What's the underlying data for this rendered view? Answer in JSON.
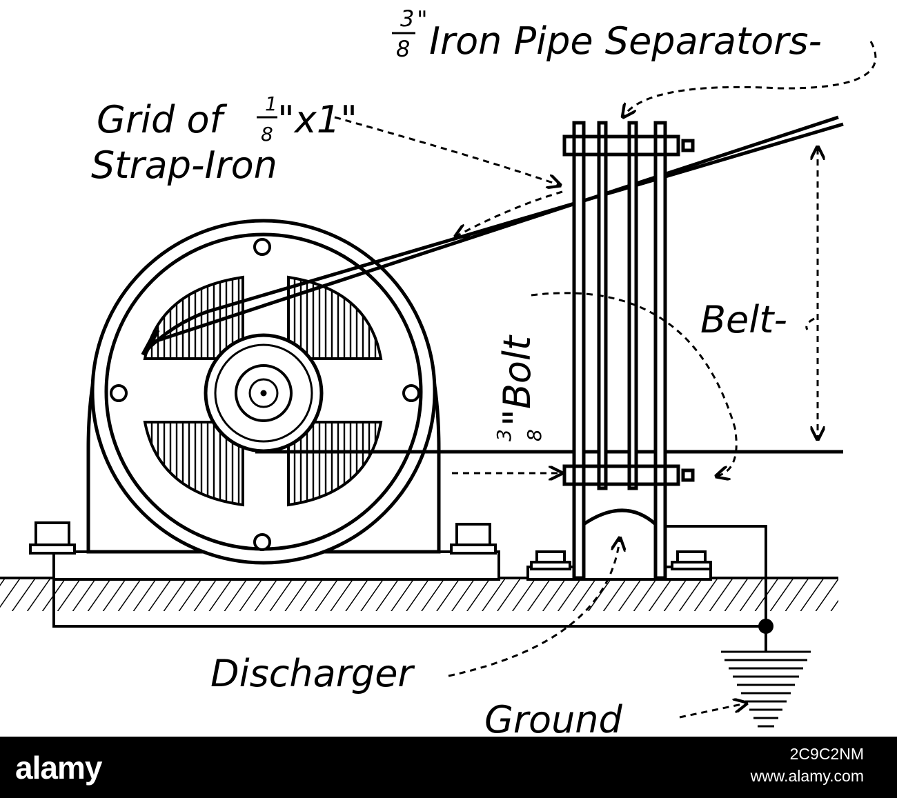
{
  "diagram": {
    "labels": {
      "separators_frac_num": "3",
      "separators_frac_den": "8",
      "separators_inch": "\"",
      "separators_text": "Iron Pipe Separators-",
      "grid_line1_prefix": "Grid of ",
      "grid_frac_num": "1",
      "grid_frac_den": "8",
      "grid_line1_suffix": "\"x1\"",
      "grid_line2": "Strap-Iron",
      "belt": "Belt-",
      "bolt_frac_num": "3",
      "bolt_frac_den": "8",
      "bolt_text": "\"Bolt",
      "discharger": "Discharger",
      "ground": "Ground"
    }
  },
  "footer": {
    "brand": "alamy",
    "image_code": "2C9C2NM",
    "site": "www.alamy.com"
  }
}
